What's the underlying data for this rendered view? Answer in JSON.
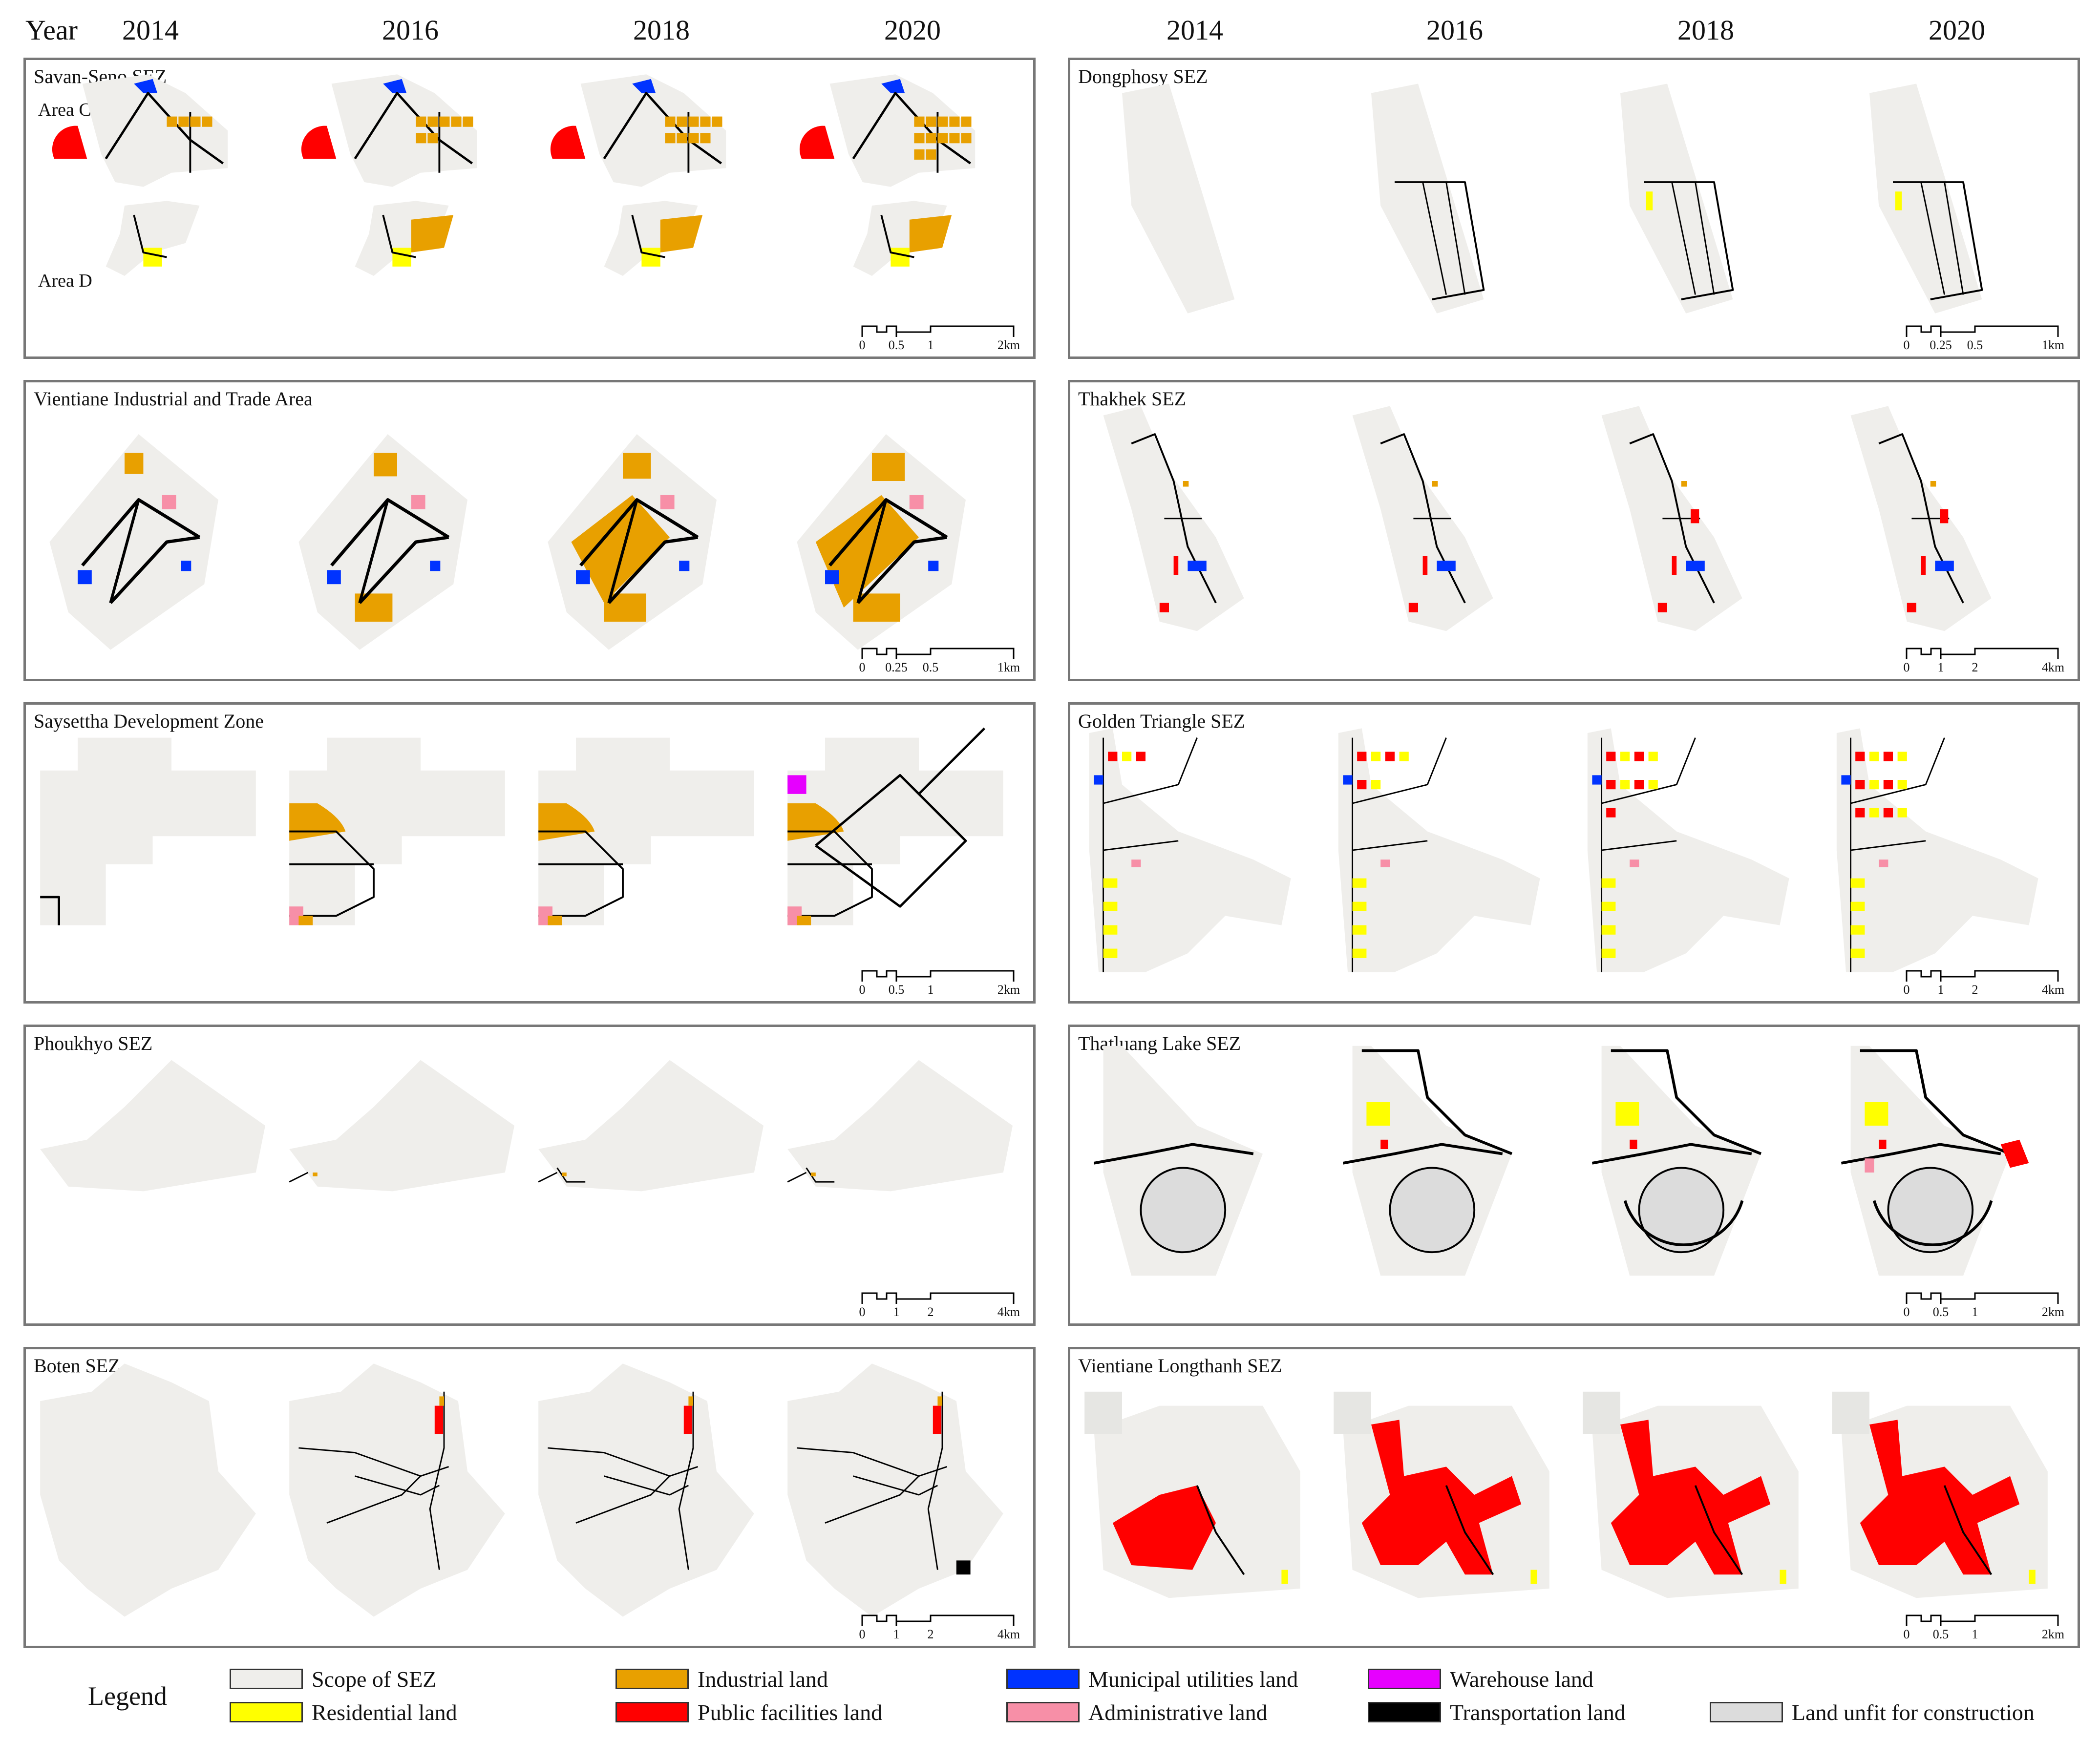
{
  "header": {
    "year_label": "Year",
    "left_years": [
      "2014",
      "2016",
      "2018",
      "2020"
    ],
    "right_years": [
      "2014",
      "2016",
      "2018",
      "2020"
    ]
  },
  "colors": {
    "scope": "#efeeeb",
    "residential": "#ffff00",
    "industrial": "#e8a000",
    "public": "#ff0000",
    "municipal": "#0033ff",
    "administrative": "#f78fa7",
    "warehouse": "#e600ff",
    "transportation": "#000000",
    "unfit": "#dcdcdc"
  },
  "panels": [
    {
      "id": "savan",
      "title": "Savan-Seno SEZ",
      "area_labels": [
        "Area C",
        "Area D"
      ],
      "scale": [
        "0",
        "0.5",
        "1",
        "2km"
      ]
    },
    {
      "id": "dongphosy",
      "title": "Dongphosy SEZ",
      "scale": [
        "0",
        "0.25",
        "0.5",
        "1km"
      ]
    },
    {
      "id": "vientiane-ita",
      "title": "Vientiane Industrial and Trade Area",
      "scale": [
        "0",
        "0.25",
        "0.5",
        "1km"
      ]
    },
    {
      "id": "thakhek",
      "title": "Thakhek SEZ",
      "scale": [
        "0",
        "1",
        "2",
        "4km"
      ]
    },
    {
      "id": "saysettha",
      "title": "Saysettha Development Zone",
      "scale": [
        "0",
        "0.5",
        "1",
        "2km"
      ]
    },
    {
      "id": "golden",
      "title": "Golden Triangle SEZ",
      "scale": [
        "0",
        "1",
        "2",
        "4km"
      ]
    },
    {
      "id": "phoukhyo",
      "title": "Phoukhyo SEZ",
      "scale": [
        "0",
        "1",
        "2",
        "4km"
      ]
    },
    {
      "id": "thatluang",
      "title": "Thatluang Lake SEZ",
      "scale": [
        "0",
        "0.5",
        "1",
        "2km"
      ]
    },
    {
      "id": "boten",
      "title": "Boten SEZ",
      "scale": [
        "0",
        "1",
        "2",
        "4km"
      ]
    },
    {
      "id": "longthanh",
      "title": "Vientiane Longthanh SEZ",
      "scale": [
        "0",
        "0.5",
        "1",
        "2km"
      ]
    }
  ],
  "legend": {
    "title": "Legend",
    "items": [
      {
        "key": "scope",
        "label": "Scope of SEZ"
      },
      {
        "key": "industrial",
        "label": "Industrial land"
      },
      {
        "key": "municipal",
        "label": "Municipal utilities land"
      },
      {
        "key": "warehouse",
        "label": "Warehouse land"
      },
      {
        "key": "residential",
        "label": "Residential land"
      },
      {
        "key": "public",
        "label": "Public facilities land"
      },
      {
        "key": "administrative",
        "label": "Administrative land"
      },
      {
        "key": "transportation",
        "label": "Transportation land"
      },
      {
        "key": "unfit",
        "label": "Land unfit for construction"
      }
    ]
  }
}
